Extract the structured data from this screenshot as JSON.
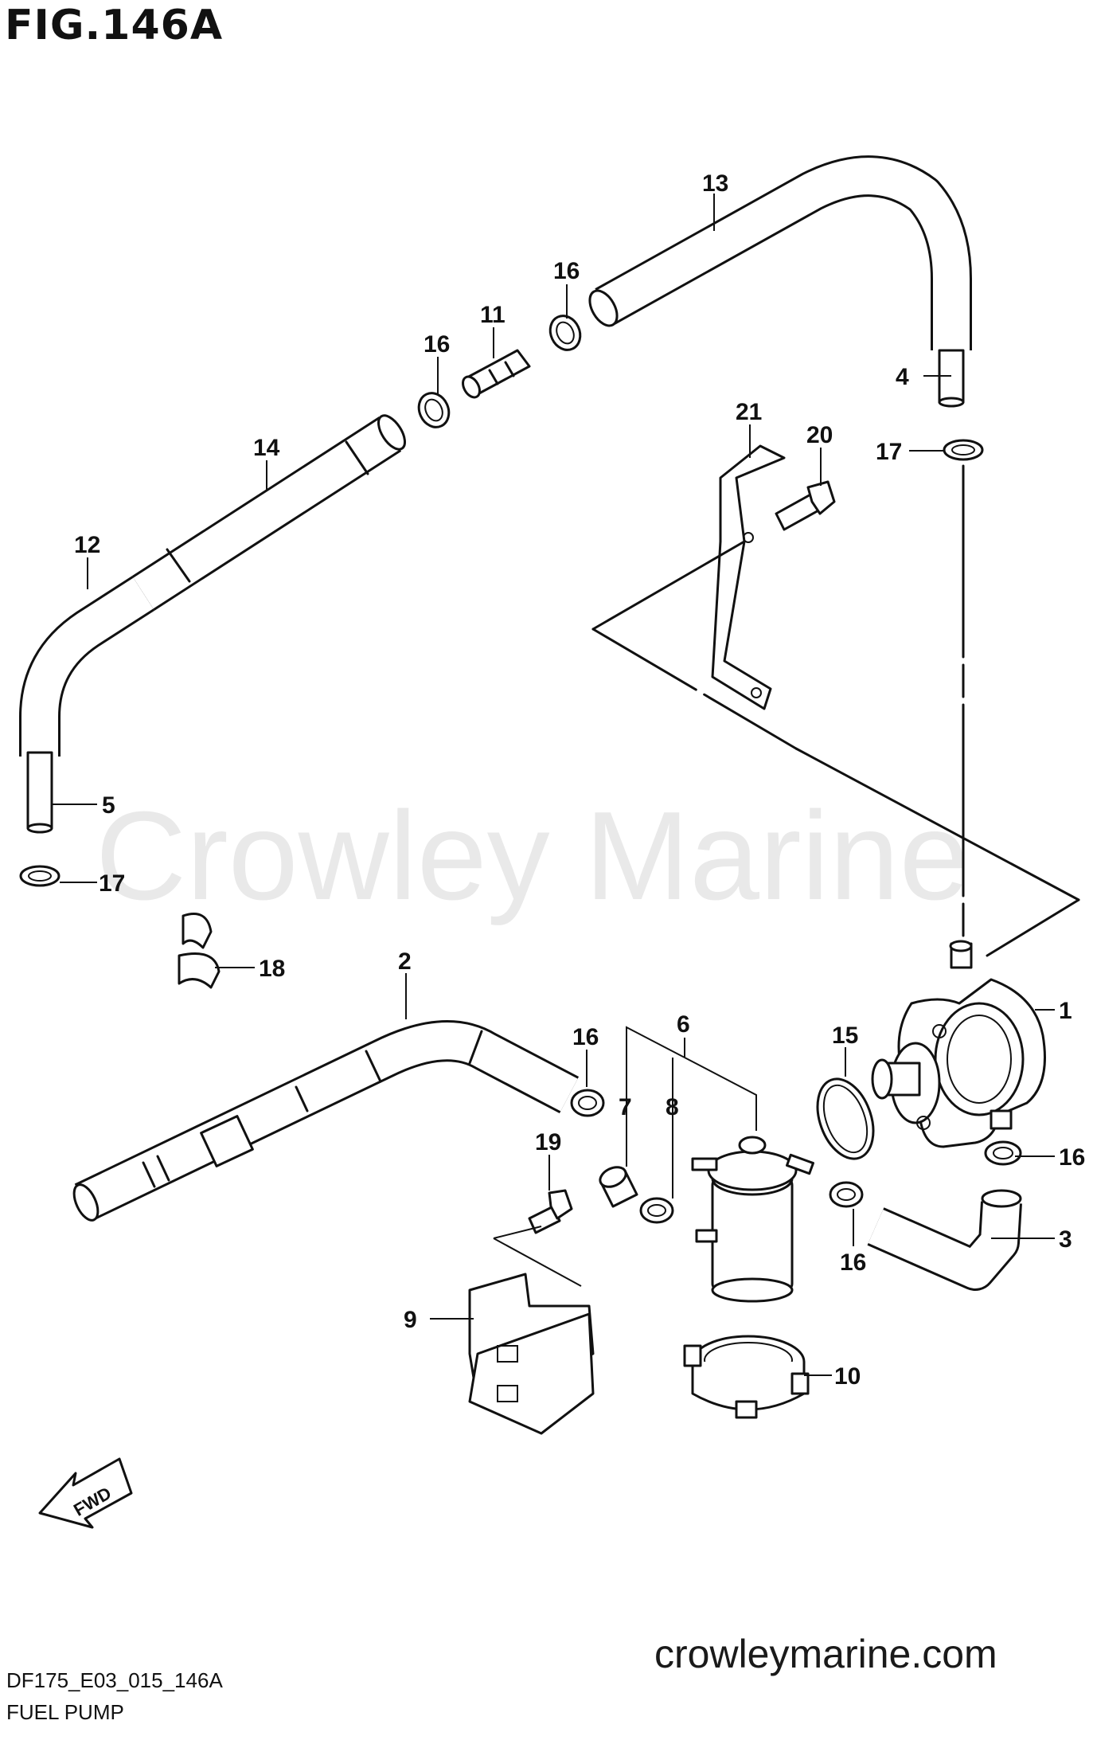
{
  "figure": {
    "title": "FIG.146A",
    "watermark": "Crowley Marine",
    "code": "DF175_E03_015_146A",
    "name": "FUEL PUMP",
    "site": "crowleymarine.com",
    "fwd_label": "FWD"
  },
  "callouts": {
    "c13": "13",
    "c16a": "16",
    "c11": "11",
    "c16b": "16",
    "c4": "4",
    "c21": "21",
    "c20": "20",
    "c17a": "17",
    "c14": "14",
    "c12": "12",
    "c5": "5",
    "c17b": "17",
    "c18": "18",
    "c2": "2",
    "c16c": "16",
    "c6": "6",
    "c7": "7",
    "c8": "8",
    "c15": "15",
    "c1": "1",
    "c19": "19",
    "c16d": "16",
    "c3": "3",
    "c16e": "16",
    "c9": "9",
    "c10": "10"
  }
}
